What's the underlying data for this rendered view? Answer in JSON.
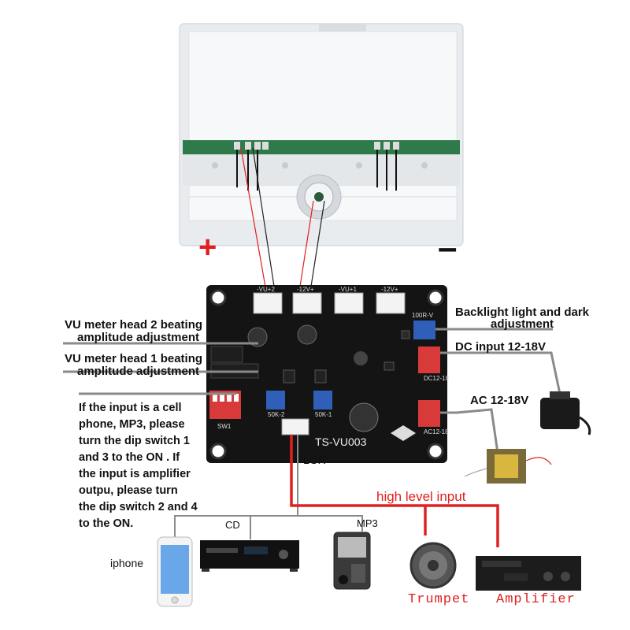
{
  "symbols": {
    "plus": "+",
    "minus": "–"
  },
  "labels": {
    "vu2": [
      "VU meter head 2 beating",
      "amplitude adjustment"
    ],
    "vu1": [
      "VU meter head 1 beating",
      "amplitude adjustment"
    ],
    "backlight": [
      "Backlight light and dark",
      "adjustment"
    ],
    "dc": "DC input 12-18V",
    "ac": "AC 12-18V",
    "lgr": "LGR",
    "high_level": "high level input",
    "cd": "CD",
    "mp3": "MP3",
    "iphone": "iphone",
    "trumpet": "Trumpet",
    "amplifier": "Amplifier"
  },
  "instructions": [
    "If the input is a cell",
    "phone, MP3, please",
    "turn the dip switch 1",
    "and 3 to the ON . If",
    "the input is amplifier",
    "outpu, please turn",
    "the dip switch 2 and 4",
    "to the ON."
  ],
  "board_text": {
    "model": "TS-VU003",
    "connectors": [
      "-VU+2",
      "-12V+",
      "-VU+1",
      "-12V+"
    ],
    "resistor": "100R-V",
    "dc_pin": "DC12-18",
    "ac_pin": "AC12-18",
    "pot2": "50K-2",
    "pot1": "50K-1",
    "sw": "SW1"
  },
  "colors": {
    "accent_red": "#e02020",
    "board": "#141414",
    "wire_grey": "#8a8a8a",
    "meter_panel": "#eef1f4",
    "meter_green": "#2f7a4a"
  }
}
